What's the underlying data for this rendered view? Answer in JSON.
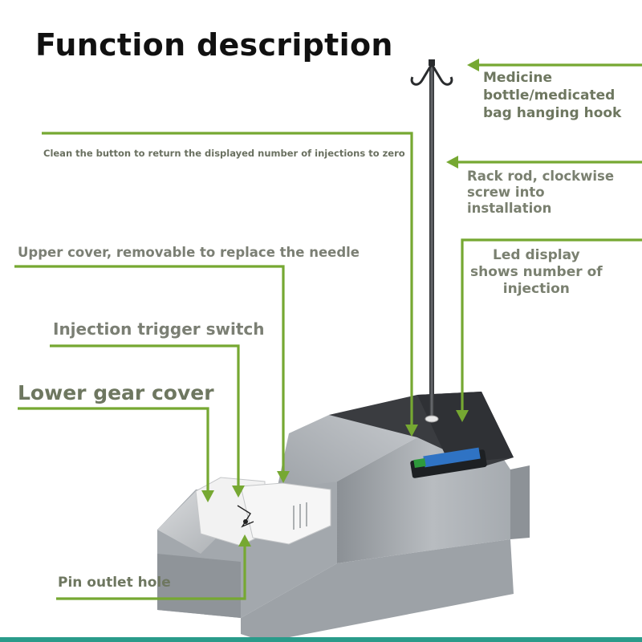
{
  "title": "Function description",
  "labels": {
    "hook": [
      "Medicine",
      "bottle/medicated",
      "bag hanging hook"
    ],
    "clean_button": "Clean the button to return the displayed number of injections to zero",
    "rack_rod": [
      "Rack rod, clockwise",
      "screw into",
      "installation"
    ],
    "upper_cover": "Upper cover, removable to replace the needle",
    "led_display": [
      "Led display",
      "shows number of",
      "injection"
    ],
    "trigger_switch": "Injection trigger switch",
    "lower_gear": "Lower gear cover",
    "pin_outlet": "Pin outlet hole"
  },
  "colors": {
    "leader": "#76a832",
    "label_text": "#7b7f74",
    "title": "#111111",
    "device_body": "#9ea3a8",
    "display": "#2f73c4"
  }
}
